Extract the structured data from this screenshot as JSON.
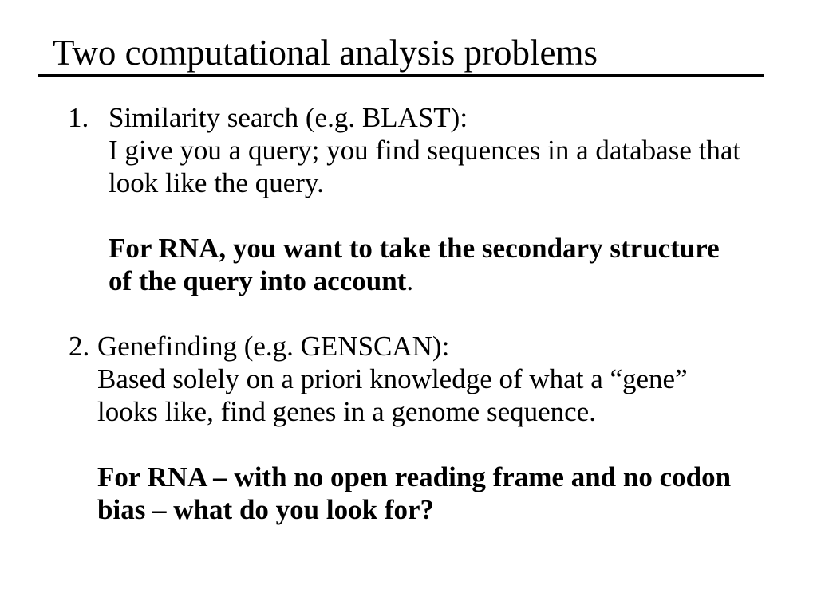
{
  "slide": {
    "title": "Two computational analysis problems",
    "colors": {
      "background": "#ffffff",
      "text": "#000000",
      "rule": "#000000"
    },
    "item1": {
      "number": "1.",
      "heading": "Similarity search (e.g. BLAST):",
      "body_line1": "I give you a query; you find sequences in a database that",
      "body_line2": "look like the query.",
      "emphasis_line1": "For RNA, you want to take the secondary structure",
      "emphasis_line2": "of the query into account",
      "emphasis_suffix": "."
    },
    "item2": {
      "number": "2.",
      "heading": "Genefinding (e.g. GENSCAN):",
      "body_line1": "Based solely on a priori knowledge of what a “gene”",
      "body_line2": "looks like, find genes in a genome sequence.",
      "emphasis_line1": "For RNA – with no open reading frame and no codon",
      "emphasis_line2": "bias – what do you look for?"
    }
  }
}
